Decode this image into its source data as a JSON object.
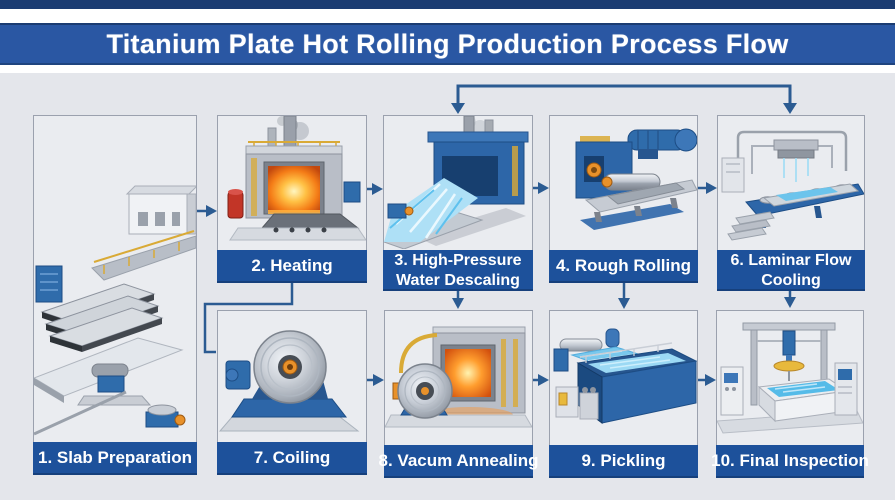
{
  "banner": {
    "title": "Titanium Plate Hot Rolling Production Process Flow"
  },
  "steps": [
    {
      "id": "slab-preparation",
      "label": "1. Slab Preparation"
    },
    {
      "id": "heating",
      "label": "2. Heating"
    },
    {
      "id": "high-pressure-water-descaling",
      "label": "3. High-Pressure Water Descaling"
    },
    {
      "id": "rough-rolling",
      "label": "4. Rough Rolling"
    },
    {
      "id": "laminar-flow-cooling",
      "label": "6. Laminar Flow Cooling"
    },
    {
      "id": "coiling",
      "label": "7. Coiling"
    },
    {
      "id": "vacuum-annealing",
      "label": "8. Vacum Annealing"
    },
    {
      "id": "pickling",
      "label": "9. Pickling"
    },
    {
      "id": "final-inspection",
      "label": "10. Final Inspection"
    }
  ],
  "colors": {
    "page_background": "#e4e6eb",
    "banner_background": "#2a57a3",
    "top_strip": "#1b3c72",
    "label_background": "#1d519b",
    "arrow": "#2b5b92",
    "box_border": "#9ba1ae",
    "fire_glow": "#f47c17",
    "water": "#79c8ed",
    "machine_blue": "#2d66a8"
  }
}
